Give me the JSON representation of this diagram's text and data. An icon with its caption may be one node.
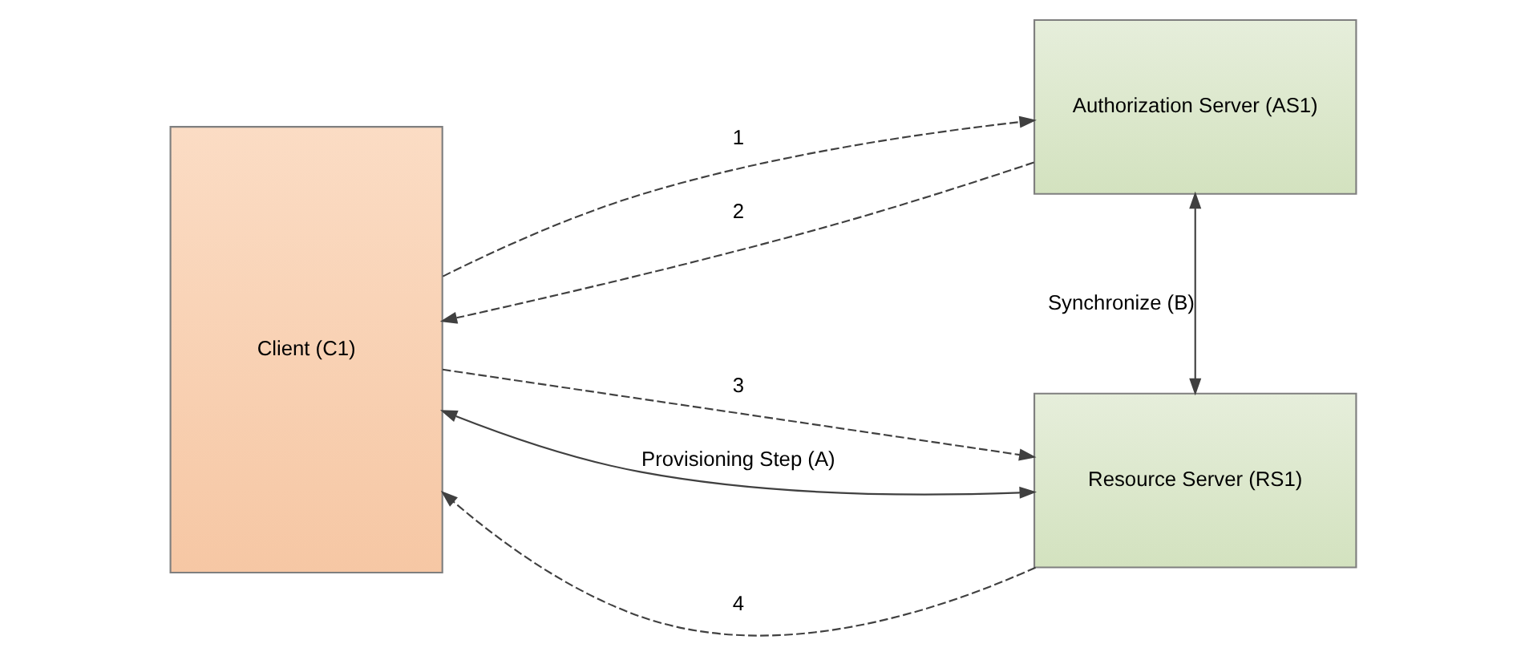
{
  "diagram": {
    "nodes": [
      {
        "text": [
          "Client (C1)"
        ]
      },
      {
        "text": [
          "Authorization Server (AS1)"
        ]
      },
      {
        "text": [
          "Resource Server (RS1)"
        ]
      }
    ],
    "edges": [
      {
        "from": 0,
        "to": 1,
        "arrow": "to",
        "label": "1",
        "style": "dashed"
      },
      {
        "from": 1,
        "to": 0,
        "arrow": "to",
        "label": "2",
        "style": "dashed"
      },
      {
        "from": 0,
        "to": 2,
        "arrow": "to",
        "label": "3",
        "style": "dashed"
      },
      {
        "from": 2,
        "to": 0,
        "arrow": "to",
        "label": "4",
        "style": "dashed"
      },
      {
        "from": 1,
        "to": 2,
        "arrow": "both",
        "label": "Synchronize (B)"
      },
      {
        "from": 0,
        "to": 2,
        "arrow": "both",
        "label": "Provisioning Step (A)"
      }
    ]
  }
}
